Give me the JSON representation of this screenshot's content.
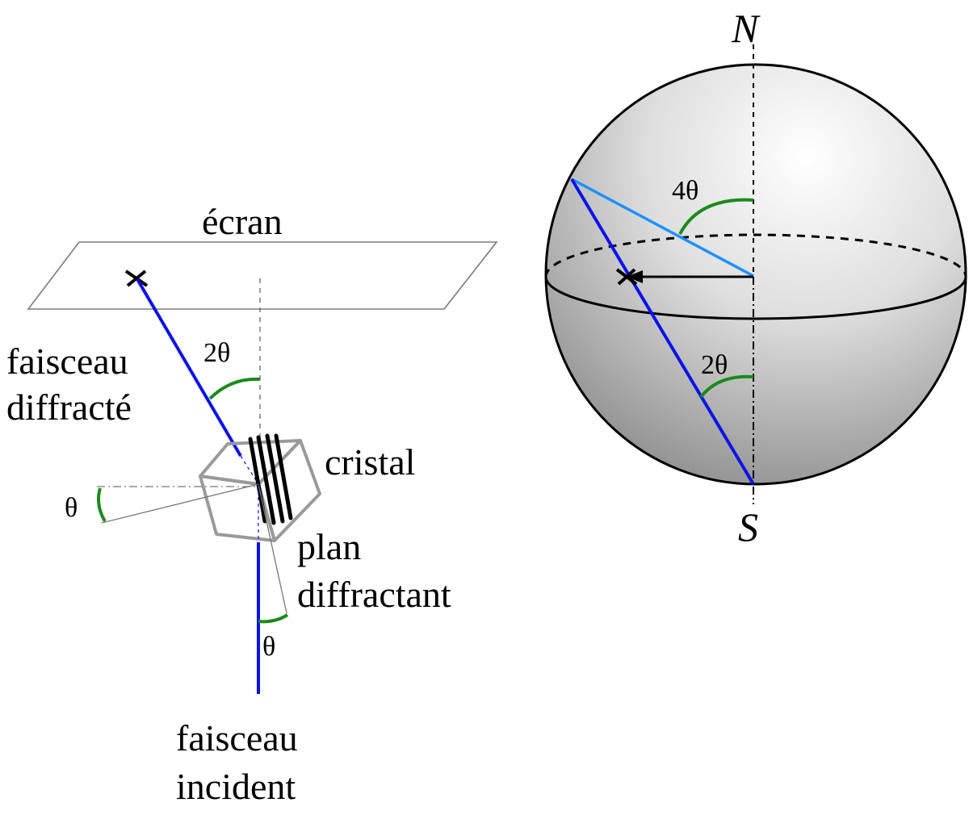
{
  "left_diagram": {
    "screen_label": "écran",
    "diffracted_beam_label_line1": "faisceau",
    "diffracted_beam_label_line2": "diffracté",
    "crystal_label": "cristal",
    "plane_label_line1": "plan",
    "plane_label_line2": "diffractant",
    "incident_beam_label_line1": "faisceau",
    "incident_beam_label_line2": "incident",
    "angle_2theta": "2θ",
    "angle_theta_left": "θ",
    "angle_theta_bottom": "θ"
  },
  "right_diagram": {
    "north_label": "N",
    "south_label": "S",
    "angle_4theta": "4θ",
    "angle_2theta": "2θ"
  },
  "colors": {
    "beam_blue": "#0a14e6",
    "light_blue": "#1e90ff",
    "angle_green": "#1a8a1a",
    "crystal_gray": "#9a9a9a"
  }
}
